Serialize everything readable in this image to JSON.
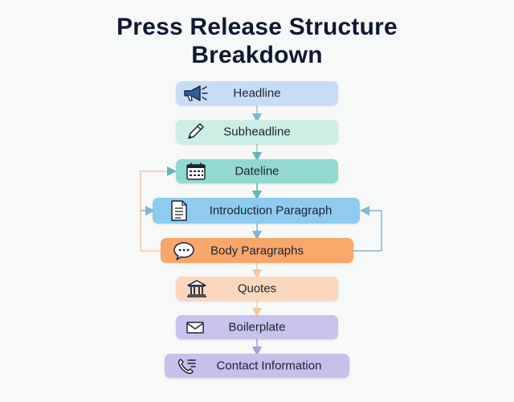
{
  "diagram": {
    "title_line1": "Press Release Structure",
    "title_line2": "Breakdown",
    "steps": [
      {
        "label": "Headline",
        "icon": "megaphone-icon",
        "color": "#c9dcf7"
      },
      {
        "label": "Subheadline",
        "icon": "pencil-icon",
        "color": "#cdeee4"
      },
      {
        "label": "Dateline",
        "icon": "calendar-icon",
        "color": "#93d9cf"
      },
      {
        "label": "Introduction Paragraph",
        "icon": "document-icon",
        "color": "#8ecbef"
      },
      {
        "label": "Body Paragraphs",
        "icon": "speech-bubble-icon",
        "color": "#f7a76a"
      },
      {
        "label": "Quotes",
        "icon": "building-icon",
        "color": "#fbd8bd"
      },
      {
        "label": "Boilerplate",
        "icon": "envelope-icon",
        "color": "#c8c3ec"
      },
      {
        "label": "Contact Information",
        "icon": "phone-icon",
        "color": "#c6c0ea"
      }
    ]
  }
}
